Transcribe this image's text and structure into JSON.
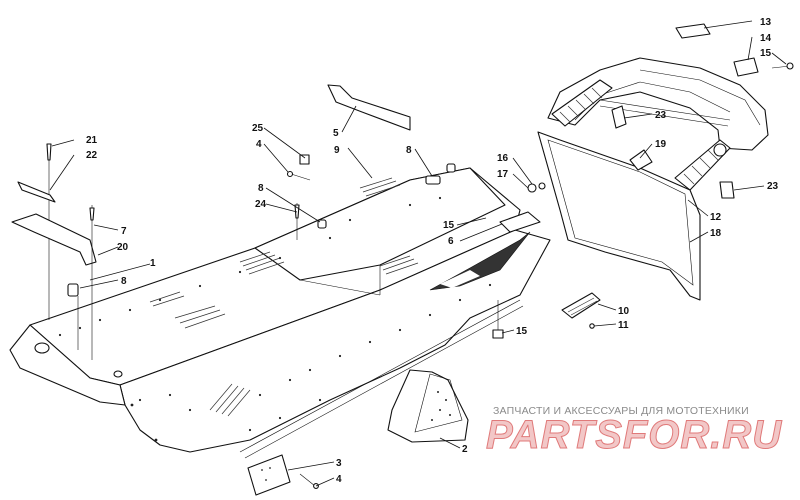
{
  "callouts": [
    {
      "id": "c21",
      "text": "21"
    },
    {
      "id": "c22",
      "text": "22"
    },
    {
      "id": "c7",
      "text": "7"
    },
    {
      "id": "c20",
      "text": "20"
    },
    {
      "id": "c1",
      "text": "1"
    },
    {
      "id": "c8a",
      "text": "8"
    },
    {
      "id": "c25",
      "text": "25"
    },
    {
      "id": "c4a",
      "text": "4"
    },
    {
      "id": "c9",
      "text": "9"
    },
    {
      "id": "c8b",
      "text": "8"
    },
    {
      "id": "c24",
      "text": "24"
    },
    {
      "id": "c5",
      "text": "5"
    },
    {
      "id": "c8c",
      "text": "8"
    },
    {
      "id": "c15a",
      "text": "15"
    },
    {
      "id": "c6",
      "text": "6"
    },
    {
      "id": "c16",
      "text": "16"
    },
    {
      "id": "c17",
      "text": "17"
    },
    {
      "id": "c19",
      "text": "19"
    },
    {
      "id": "c13",
      "text": "13"
    },
    {
      "id": "c14",
      "text": "14"
    },
    {
      "id": "c15b",
      "text": "15"
    },
    {
      "id": "c23a",
      "text": "23"
    },
    {
      "id": "c23b",
      "text": "23"
    },
    {
      "id": "c12",
      "text": "12"
    },
    {
      "id": "c18",
      "text": "18"
    },
    {
      "id": "c10",
      "text": "10"
    },
    {
      "id": "c11",
      "text": "11"
    },
    {
      "id": "c15c",
      "text": "15"
    },
    {
      "id": "c2",
      "text": "2"
    },
    {
      "id": "c3",
      "text": "3"
    },
    {
      "id": "c4b",
      "text": "4"
    }
  ],
  "watermark": {
    "caption": "ЗАПЧАСТИ И АКСЕССУАРЫ ДЛЯ МОТОТЕХНИКИ",
    "brand": "PARTSFOR.RU"
  }
}
